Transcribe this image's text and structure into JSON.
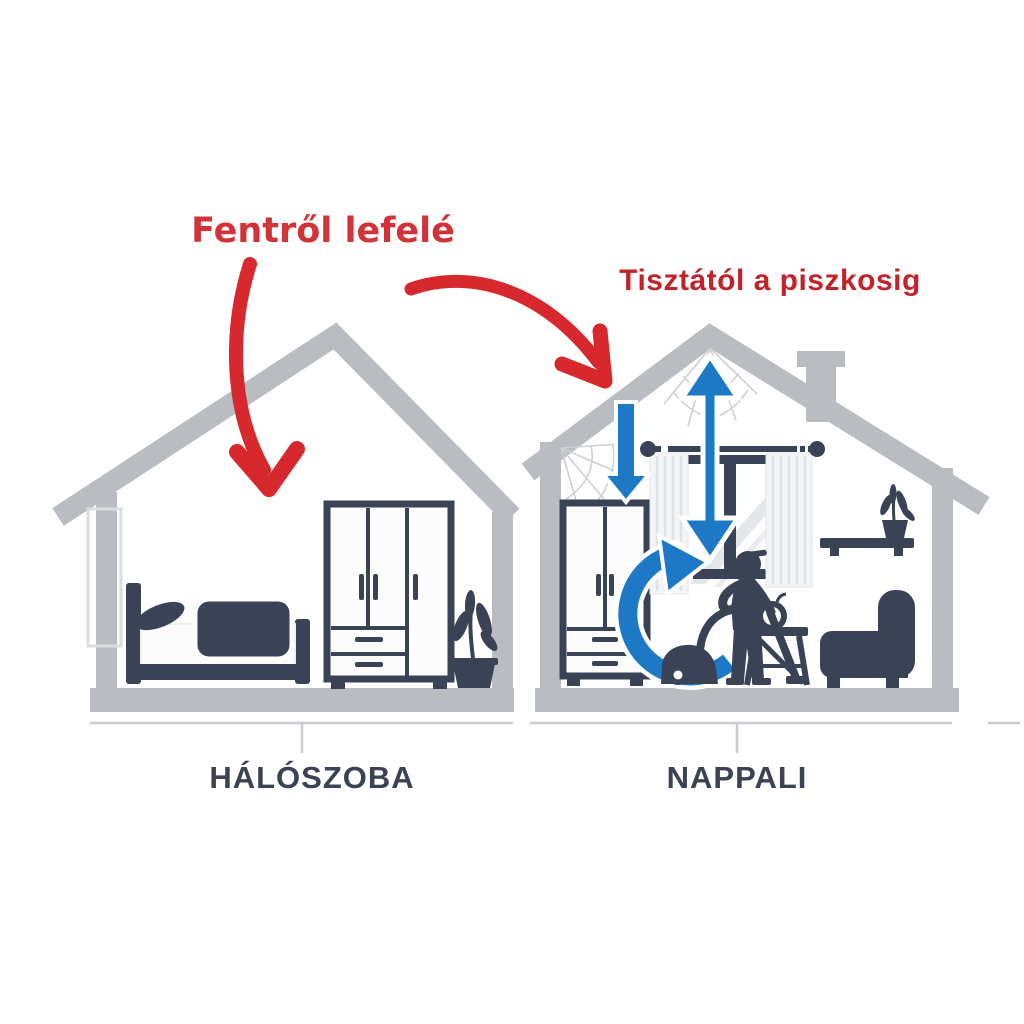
{
  "annotations": {
    "left": {
      "text": "Fentről lefelé"
    },
    "right": {
      "text": "Tisztától a piszkosig"
    }
  },
  "rooms": {
    "left": {
      "label": "HÁLÓSZOBA"
    },
    "right": {
      "label": "NAPPALI"
    }
  },
  "colors": {
    "annotation_red_left": "#d23338",
    "annotation_red_right": "#c2232a",
    "arrow_red": "#d7282d",
    "structure_gray": "#b9bdc2",
    "light_gray": "#cdd0d4",
    "furniture_navy": "#3a4255",
    "arrow_blue": "#1d79c5",
    "label_navy": "#3b4254",
    "curtain_fill": "#f3f4f6",
    "background": "#ffffff"
  },
  "scene": {
    "left_house_items": [
      "bed",
      "wardrobe",
      "potted-plant",
      "wall-window"
    ],
    "right_house_items": [
      "wardrobe",
      "curtains",
      "window",
      "cobwebs",
      "chimney",
      "person-vacuuming",
      "vacuum-cleaner",
      "side-table",
      "decorative-pot",
      "wall-shelf",
      "shelf-plant",
      "armchair"
    ],
    "red_arrows": [
      "curved-arrow-into-bedroom",
      "curved-arrow-into-living-room"
    ],
    "blue_arrows": [
      "ceiling-up-down-arrow",
      "short-down-arrow",
      "circular-cleaning-arrow"
    ]
  }
}
